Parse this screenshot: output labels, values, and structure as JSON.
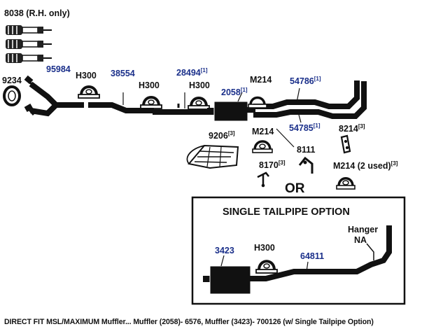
{
  "labels": {
    "part_8038": "8038 (R.H. only)",
    "part_9234": "9234",
    "part_95984": "95984",
    "h300_a": "H300",
    "part_38554": "38554",
    "h300_b": "H300",
    "part_28494": "28494",
    "sup_28494": "[1]",
    "h300_c": "H300",
    "m214_top": "M214",
    "part_2058": "2058",
    "sup_2058": "[1]",
    "part_54786": "54786",
    "sup_54786": "[1]",
    "part_54785": "54785",
    "sup_54785": "[1]",
    "part_9206": "9206",
    "sup_9206": "[3]",
    "m214_mid": "M214",
    "part_8111": "8111",
    "part_8214": "8214",
    "sup_8214": "[3]",
    "part_8170": "8170",
    "sup_8170": "[3]",
    "m214_used": "M214 (2 used)",
    "sup_m214_used": "[3]",
    "or": "OR"
  },
  "single_tailpipe": {
    "title": "SINGLE TAILPIPE OPTION",
    "hanger_line1": "Hanger",
    "hanger_line2": "NA",
    "part_3423": "3423",
    "h300": "H300",
    "part_64811": "64811"
  },
  "caption": "DIRECT FIT MSL/MAXIMUM Muffler... Muffler (2058)- 6576, Muffler (3423)- 700126 (w/ Single Tailpipe Option)"
}
